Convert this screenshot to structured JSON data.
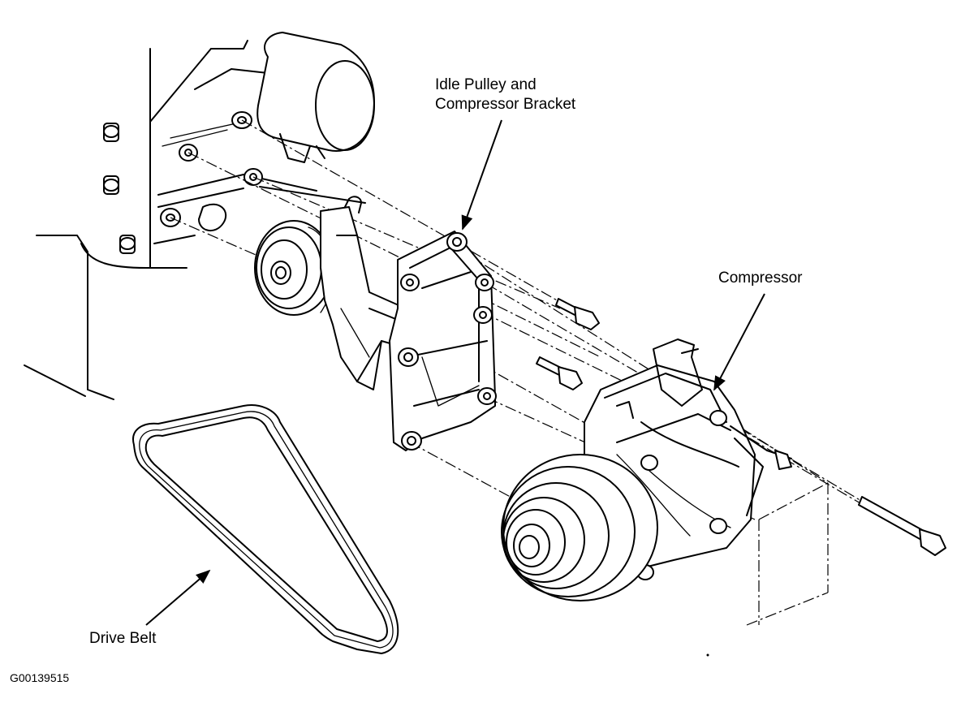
{
  "diagram": {
    "labels": {
      "idle_pulley_line1": "Idle Pulley and",
      "idle_pulley_line2": "Compressor Bracket",
      "compressor": "Compressor",
      "drive_belt": "Drive Belt"
    },
    "figure_id": "G00139515"
  }
}
